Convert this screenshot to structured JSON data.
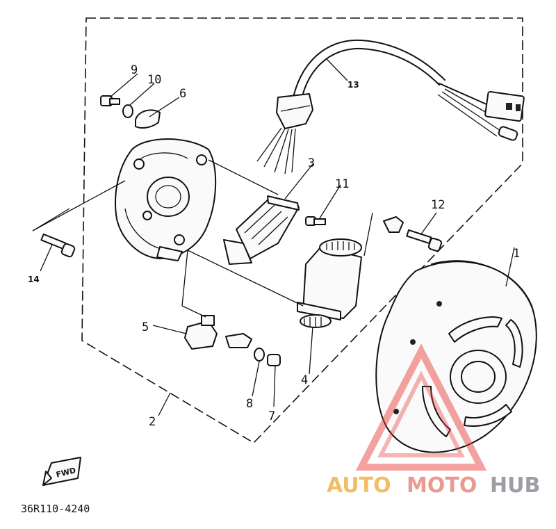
{
  "diagram": {
    "drawing_code": "36R110-4240",
    "direction_tag": "FWD",
    "callouts": {
      "p1": "1",
      "p2": "2",
      "p3": "3",
      "p4": "4",
      "p5": "5",
      "p6": "6",
      "p7": "7",
      "p8": "8",
      "p9": "9",
      "p10": "10",
      "p11": "11",
      "p12": "12",
      "p13": "13",
      "p14": "14"
    }
  },
  "watermark": {
    "part1": "AUTO",
    "part2": "MOTO",
    "part3": "HUB",
    "colors": {
      "auto": "#f2b24a",
      "moto": "#e8897d",
      "hub": "#8a8f95",
      "triangle": "#e53935"
    }
  }
}
